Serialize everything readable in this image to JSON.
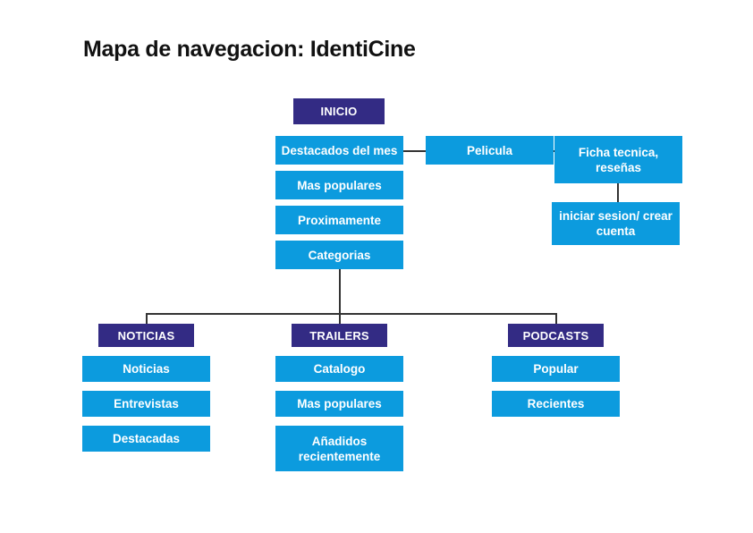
{
  "title": "Mapa de navegacion: IdentiCine",
  "colors": {
    "background": "#ffffff",
    "node_primary": "#332b84",
    "node_secondary": "#0c9bde",
    "connector": "#333333",
    "title_text": "#111111",
    "node_text": "#ffffff"
  },
  "diagram": {
    "type": "sitemap-tree",
    "root": {
      "label": "INICIO",
      "kind": "section-header"
    },
    "root_children": [
      {
        "label": "Destacados del mes",
        "kind": "page"
      },
      {
        "label": "Mas populares",
        "kind": "page"
      },
      {
        "label": "Proximamente",
        "kind": "page"
      },
      {
        "label": "Categorias",
        "kind": "page"
      }
    ],
    "detail_chain": [
      {
        "label": "Pelicula",
        "kind": "page"
      },
      {
        "label": "Ficha tecnica, reseñas",
        "kind": "page"
      },
      {
        "label": "iniciar sesion/ crear cuenta",
        "kind": "page"
      }
    ],
    "sections": [
      {
        "header": "NOTICIAS",
        "items": [
          {
            "label": "Noticias"
          },
          {
            "label": "Entrevistas"
          },
          {
            "label": "Destacadas"
          }
        ]
      },
      {
        "header": "TRAILERS",
        "items": [
          {
            "label": "Catalogo"
          },
          {
            "label": "Mas populares"
          },
          {
            "label": "Añadidos recientemente"
          }
        ]
      },
      {
        "header": "PODCASTS",
        "items": [
          {
            "label": "Popular"
          },
          {
            "label": "Recientes"
          }
        ]
      }
    ]
  }
}
